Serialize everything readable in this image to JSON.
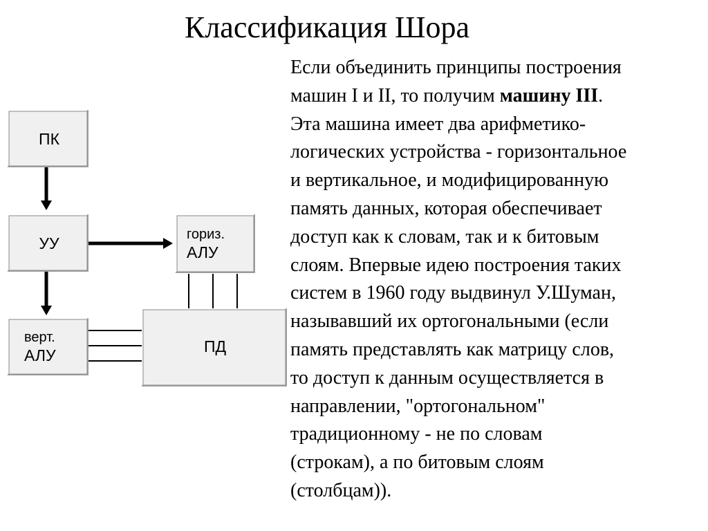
{
  "title": "Классификация Шора",
  "diagram": {
    "box_pk": "ПК",
    "box_uu": "УУ",
    "box_horiz_line1": "гориз.",
    "box_horiz_line2": "АЛУ",
    "box_vert_line1": "верт.",
    "box_vert_line2": "АЛУ",
    "box_pd": "ПД"
  },
  "text": {
    "line1": "Если объединить принципы построения",
    "line2_before": "машин I и II, то получим ",
    "line2_bold": "машину III",
    "line2_after": ".",
    "line3": "Эта машина имеет два арифметико-",
    "line4": "логических устройства - горизонтальное",
    "line5": "и вертикальное, и модифицированную",
    "line6": "память данных, которая обеспечивает",
    "line7": "доступ как к словам, так и к битовым",
    "line8": "слоям. Впервые идею построения таких",
    "line9": "систем в 1960 году выдвинул У.Шуман,",
    "line10": "называвший их ортогональными (если",
    "line11": "память представлять как матрицу слов,",
    "line12": "то доступ к данным осуществляется в",
    "line13": "направлении, \"ортогональном\"",
    "line14": "традиционному - не по словам",
    "line15": "(строкам), а по битовым слоям",
    "line16": "(столбцам))."
  }
}
